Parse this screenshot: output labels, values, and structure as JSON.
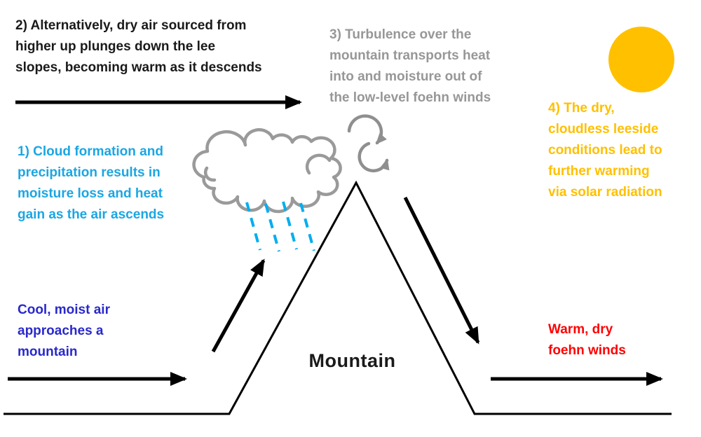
{
  "diagram_title": "Foehn wind mountain process diagram",
  "colors": {
    "ink": "#1a1a1a",
    "line": "#000000",
    "gray_text": "#979797",
    "gray_shape": "#9a9a9a",
    "turb_gray": "#8f8f8f",
    "cyan_text": "#1ba6e3",
    "rain": "#00aeef",
    "blue_text": "#2929cc",
    "red_text": "#ff0000",
    "orange": "#ffc000"
  },
  "annotations": {
    "step1": {
      "lines": [
        "1) Cloud formation and",
        "precipitation results in",
        "moisture loss and heat",
        "gain as the air ascends"
      ]
    },
    "step2": {
      "lines": [
        "2) Alternatively, dry air sourced from",
        "higher up plunges down the lee",
        "slopes, becoming warm as it descends"
      ]
    },
    "step3": {
      "lines": [
        "3) Turbulence over the",
        "mountain transports heat",
        "into and moisture out of",
        "the low-level foehn winds"
      ]
    },
    "step4": {
      "lines": [
        "4) The dry,",
        "cloudless leeside",
        "conditions lead to",
        "further warming",
        "via solar radiation"
      ]
    },
    "approach": {
      "lines": [
        "Cool, moist air",
        "approaches a",
        "mountain"
      ]
    },
    "result": {
      "lines": [
        "Warm, dry",
        "foehn winds"
      ]
    },
    "mountain_label": "Mountain"
  },
  "shapes": {
    "sun": "sun-icon",
    "cloud": "cloud-icon",
    "rain": "rain-icon",
    "turbulence": "turbulence-eddy-icon",
    "mountain": "mountain-outline",
    "arrows": [
      "upper-level-flow-arrow",
      "approach-flow-arrow",
      "ascent-arrow",
      "descent-arrow",
      "leeside-flow-arrow"
    ]
  }
}
